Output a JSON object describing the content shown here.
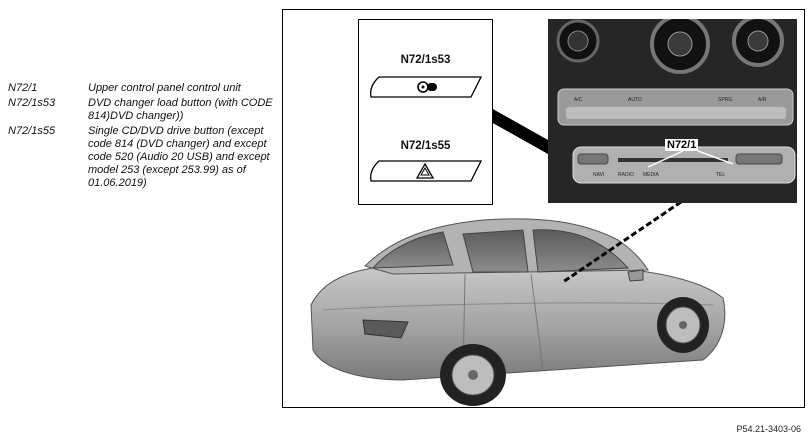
{
  "legend": [
    {
      "code": "N72/1",
      "description": "Upper control panel control unit"
    },
    {
      "code": "N72/1s53",
      "description": "DVD changer load button (with CODE 814)DVD changer))"
    },
    {
      "code": "N72/1s55",
      "description": "Single CD/DVD drive button (except code 814 (DVD changer) and except code 520 (Audio 20 USB) and except model 253 (except 253.99) as of 01.06.2019)"
    }
  ],
  "callout": {
    "top_label": "N72/1s53",
    "bottom_label": "N72/1s55",
    "top_icon": "eject-disc-icon",
    "bottom_icon": "hazard-triangle-icon"
  },
  "photo": {
    "label": "N72/1",
    "panel_labels": [
      "NAVI",
      "RADIO",
      "MEDIA",
      "TEL",
      "AUTO",
      "SPRG",
      "A/C",
      "A/R"
    ]
  },
  "figure_ref": "P54.21-3403-06"
}
